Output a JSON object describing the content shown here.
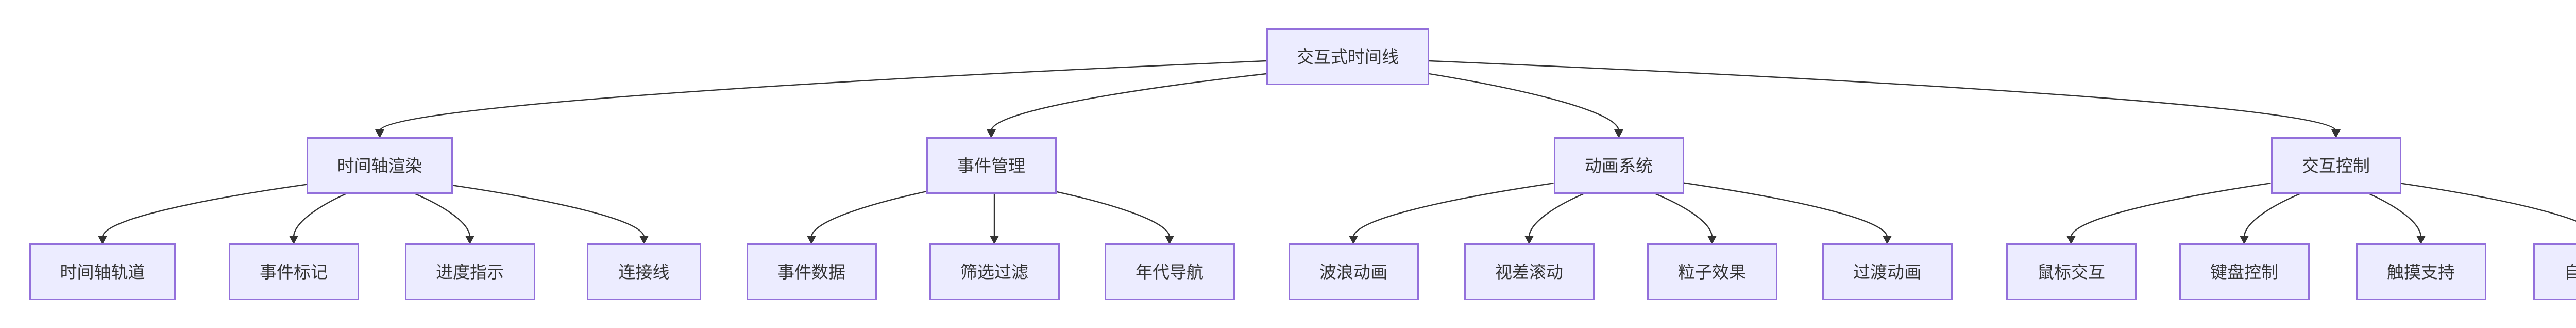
{
  "diagram": {
    "type": "flowchart-top-down",
    "colors": {
      "background": "#ffffff",
      "node_fill": "#ECECFF",
      "node_border": "#9370DB",
      "edge": "#333333",
      "text": "#333333"
    },
    "nodes": [
      {
        "id": "root",
        "label": "交互式时间线",
        "level": 0
      },
      {
        "id": "timeline-rendering",
        "label": "时间轴渲染",
        "level": 1
      },
      {
        "id": "event-management",
        "label": "事件管理",
        "level": 1
      },
      {
        "id": "animation-system",
        "label": "动画系统",
        "level": 1
      },
      {
        "id": "interaction-control",
        "label": "交互控制",
        "level": 1
      },
      {
        "id": "timeline-track",
        "label": "时间轴轨道",
        "level": 2
      },
      {
        "id": "event-marker",
        "label": "事件标记",
        "level": 2
      },
      {
        "id": "progress-indicator",
        "label": "进度指示",
        "level": 2
      },
      {
        "id": "connector-line",
        "label": "连接线",
        "level": 2
      },
      {
        "id": "event-data",
        "label": "事件数据",
        "level": 2
      },
      {
        "id": "filter",
        "label": "筛选过滤",
        "level": 2
      },
      {
        "id": "era-navigation",
        "label": "年代导航",
        "level": 2
      },
      {
        "id": "wave-animation",
        "label": "波浪动画",
        "level": 2
      },
      {
        "id": "parallax-scroll",
        "label": "视差滚动",
        "level": 2
      },
      {
        "id": "particle-effect",
        "label": "粒子效果",
        "level": 2
      },
      {
        "id": "transition-animation",
        "label": "过渡动画",
        "level": 2
      },
      {
        "id": "mouse-interaction",
        "label": "鼠标交互",
        "level": 2
      },
      {
        "id": "keyboard-control",
        "label": "键盘控制",
        "level": 2
      },
      {
        "id": "touch-support",
        "label": "触摸支持",
        "level": 2
      },
      {
        "id": "autoplay",
        "label": "自动播放",
        "level": 2
      }
    ],
    "edges": [
      [
        "root",
        "timeline-rendering"
      ],
      [
        "root",
        "event-management"
      ],
      [
        "root",
        "animation-system"
      ],
      [
        "root",
        "interaction-control"
      ],
      [
        "timeline-rendering",
        "timeline-track"
      ],
      [
        "timeline-rendering",
        "event-marker"
      ],
      [
        "timeline-rendering",
        "progress-indicator"
      ],
      [
        "timeline-rendering",
        "connector-line"
      ],
      [
        "event-management",
        "event-data"
      ],
      [
        "event-management",
        "filter"
      ],
      [
        "event-management",
        "era-navigation"
      ],
      [
        "animation-system",
        "wave-animation"
      ],
      [
        "animation-system",
        "parallax-scroll"
      ],
      [
        "animation-system",
        "particle-effect"
      ],
      [
        "animation-system",
        "transition-animation"
      ],
      [
        "interaction-control",
        "mouse-interaction"
      ],
      [
        "interaction-control",
        "keyboard-control"
      ],
      [
        "interaction-control",
        "touch-support"
      ],
      [
        "interaction-control",
        "autoplay"
      ]
    ]
  }
}
